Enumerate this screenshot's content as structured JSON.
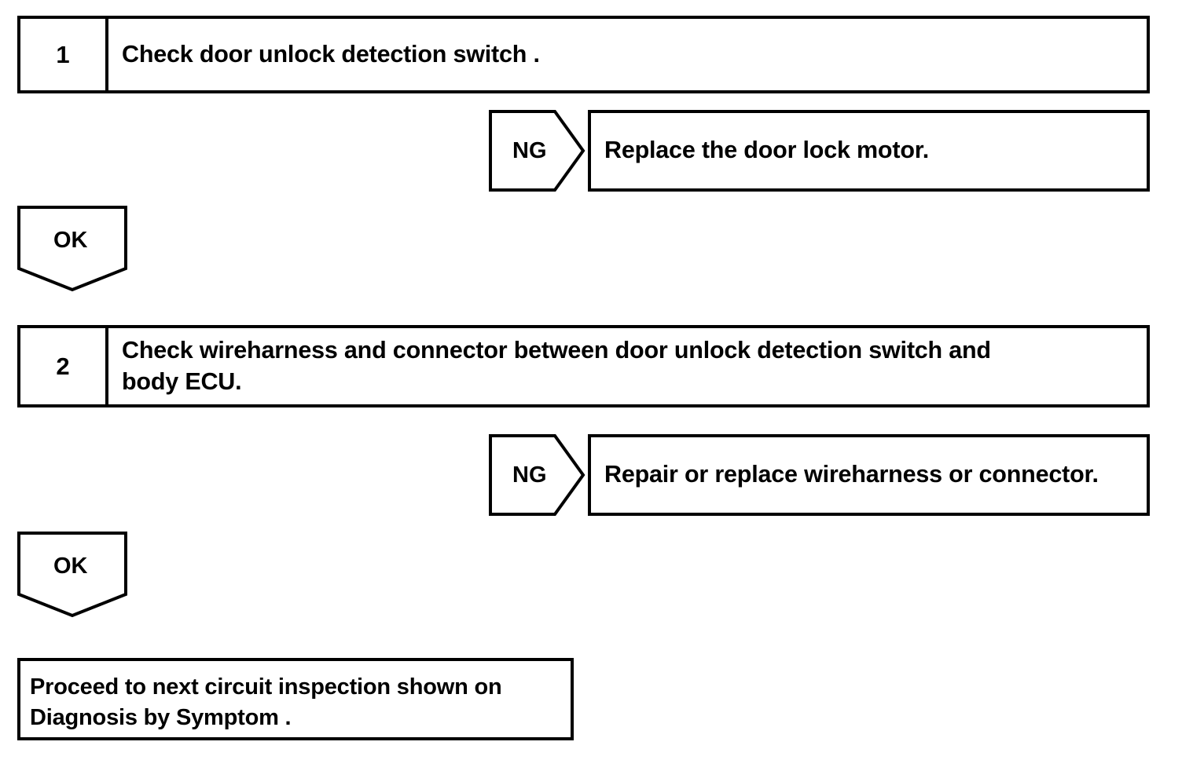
{
  "diagram": {
    "type": "troubleshooting-flowchart",
    "stroke_color": "#000000",
    "background_color": "#ffffff",
    "steps": [
      {
        "number": "1",
        "instruction": "Check door unlock detection switch ."
      },
      {
        "number": "2",
        "instruction": "Check wireharness and connector between door unlock detection switch and\nbody ECU."
      }
    ],
    "ng_branches": [
      {
        "label": "NG",
        "action": "Replace the door lock motor."
      },
      {
        "label": "NG",
        "action": "Repair or replace wireharness or connector."
      }
    ],
    "ok_branches": [
      {
        "label": "OK"
      },
      {
        "label": "OK"
      }
    ],
    "final": {
      "text": " Proceed to next circuit inspection shown on\nDiagnosis by Symptom ."
    }
  }
}
